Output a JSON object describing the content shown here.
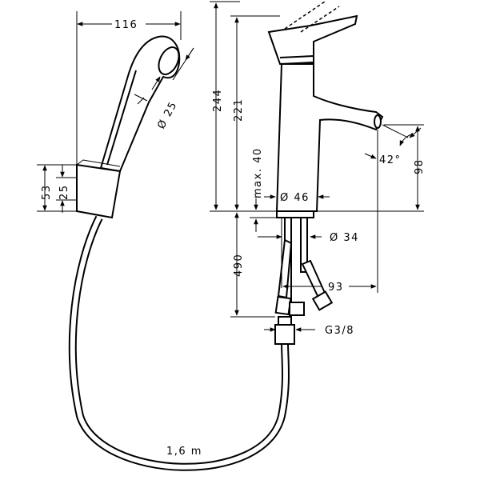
{
  "dimensions": {
    "handshower_length": "116",
    "handshower_diameter": "Ø 25",
    "holder_height": "53",
    "holder_inner": "25",
    "height_total": "244",
    "height_spout": "221",
    "max_thickness": "max. 40",
    "base_diameter": "Ø 46",
    "hole_diameter": "Ø 34",
    "hose_length_supply": "490",
    "spout_projection": "93",
    "spout_angle": "42°",
    "spout_height": "98",
    "thread": "G3/8",
    "shower_hose": "1,6 m"
  }
}
